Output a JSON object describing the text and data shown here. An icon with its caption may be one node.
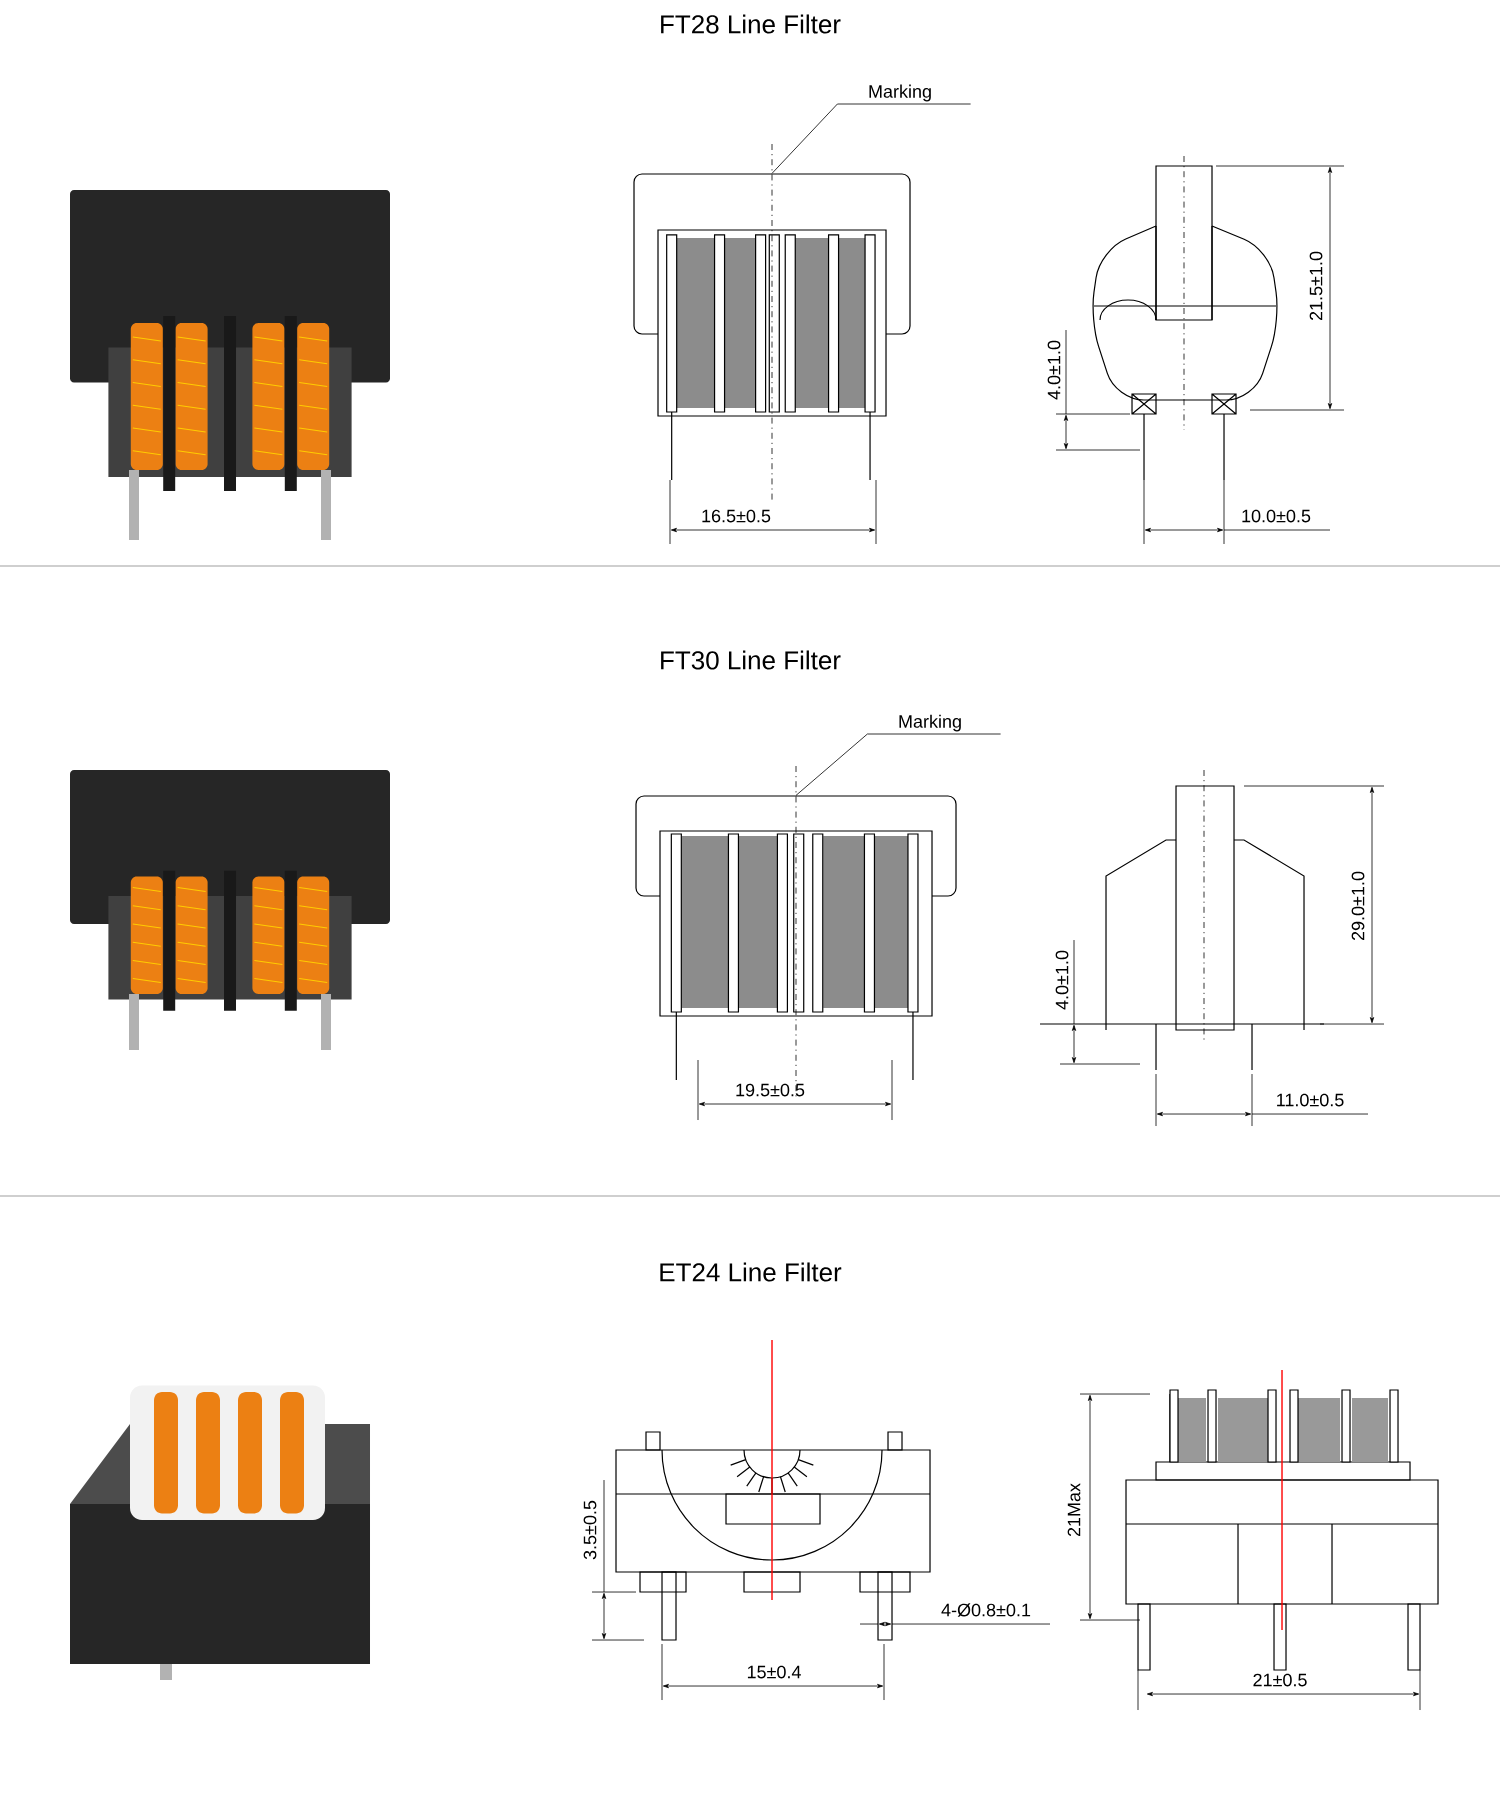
{
  "diagram": {
    "nodes": [
      {
        "text": [
          "Marking"
        ]
      },
      {
        "text": [],
        "shape": "picture"
      },
      {
        "text": [
          "Marking"
        ]
      },
      {
        "text": [],
        "shape": "picture"
      }
    ],
    "edges": [
      {
        "from": 0,
        "to": 1,
        "arrow": "none"
      },
      {
        "from": 2,
        "to": 3,
        "arrow": "none"
      }
    ],
    "labels": [
      "FT28 Line Filter",
      "4.0±1.0",
      "21.5±1.0",
      "16.5±0.5",
      "10.0±0.5",
      "FT30 Line Filter",
      "4.0±1.0",
      "29.0±1.0",
      "19.5±0.5",
      "11.0±0.5",
      "ET24 Line Filter",
      "3.5±0.5",
      "21Max",
      "4-Ø0.8±0.1",
      "15±0.4",
      "21±0.5"
    ]
  }
}
